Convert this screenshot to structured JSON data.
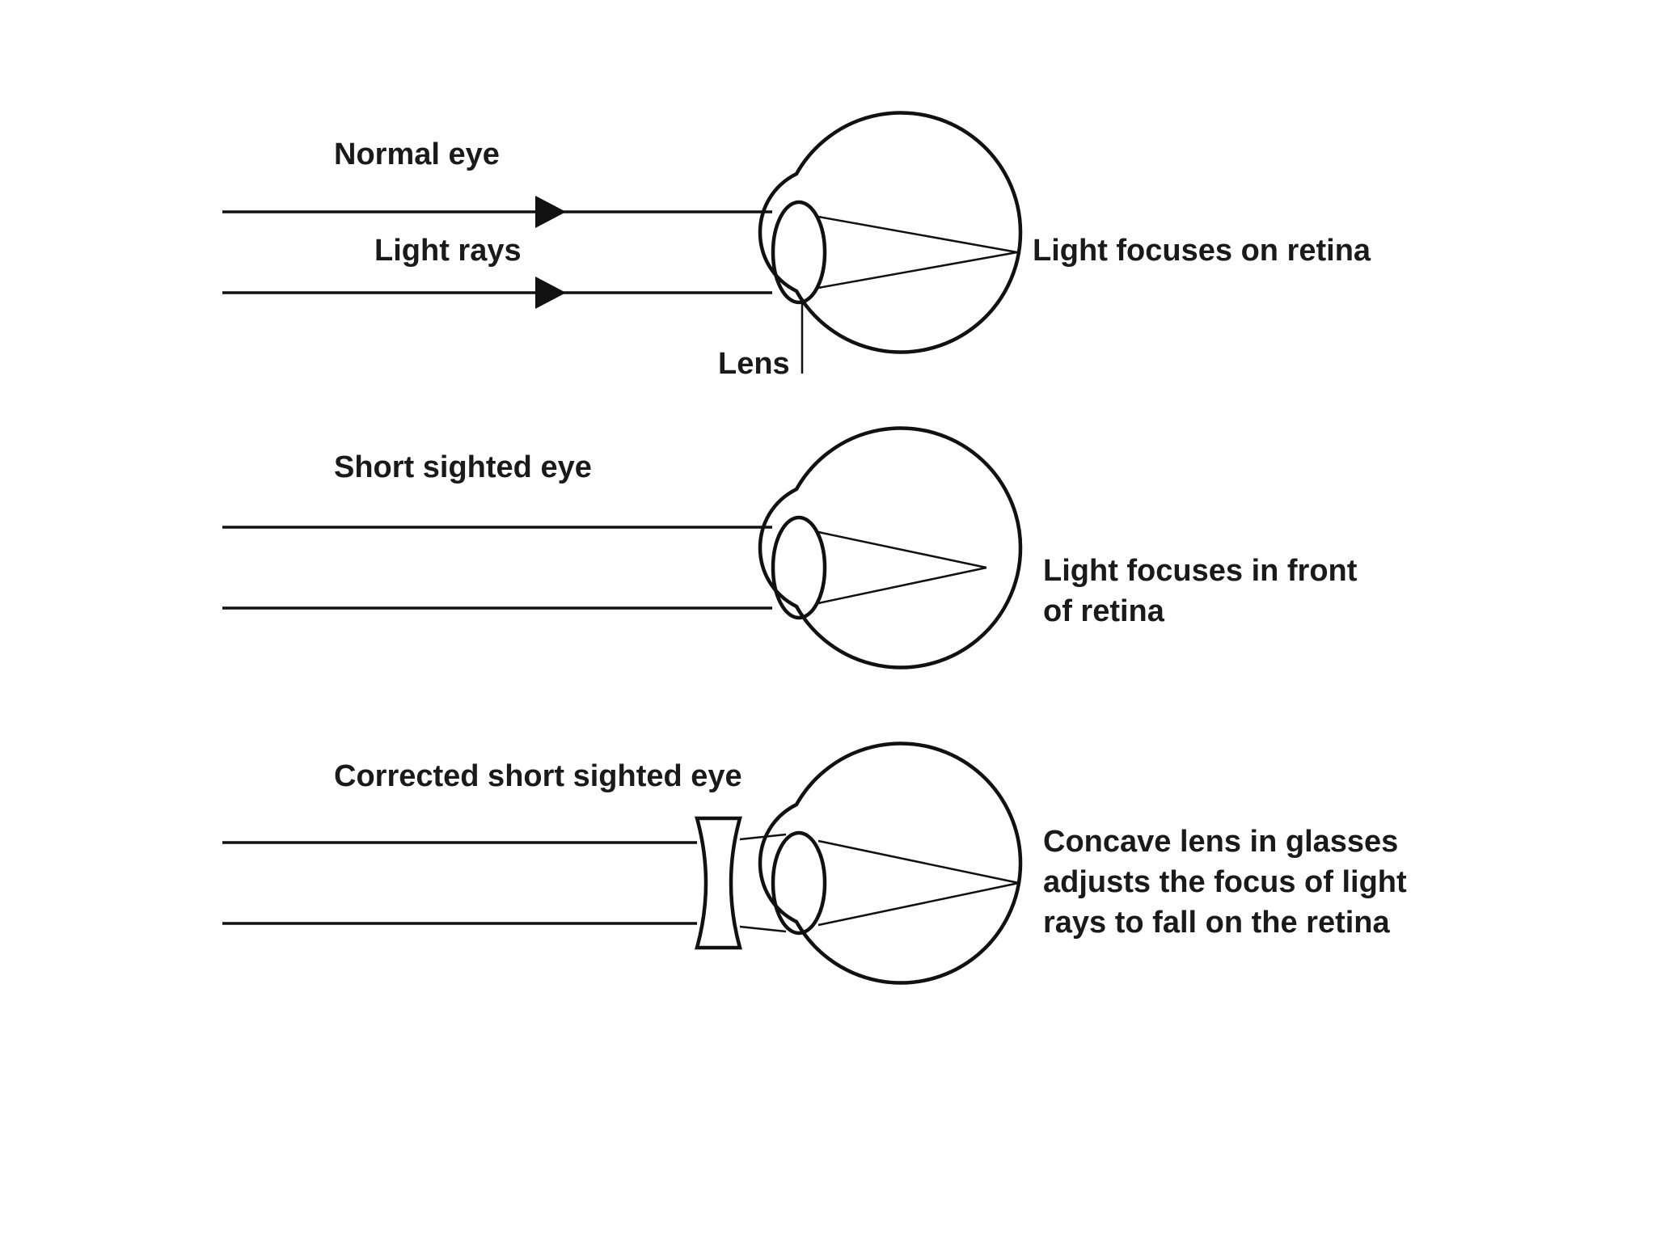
{
  "panels": [
    {
      "title": "Normal eye",
      "rays_label": "Light rays",
      "lens_label": "Lens",
      "focus_label_lines": [
        "Light focuses on retina"
      ]
    },
    {
      "title": "Short sighted eye",
      "focus_label_lines": [
        "Light focuses in front",
        "of retina"
      ]
    },
    {
      "title": "Corrected short sighted eye",
      "focus_label_lines": [
        "Concave lens in glasses",
        "adjusts the focus of light",
        "rays to fall on the retina"
      ]
    }
  ],
  "colors": {
    "line": "#111111",
    "text": "#1a1a1a",
    "background": "#ffffff"
  },
  "icons": {
    "eyeball": "eye-cross-section-icon",
    "lens": "lens-ellipse-icon",
    "concave_lens": "concave-lens-icon",
    "arrow": "arrowhead-icon"
  }
}
